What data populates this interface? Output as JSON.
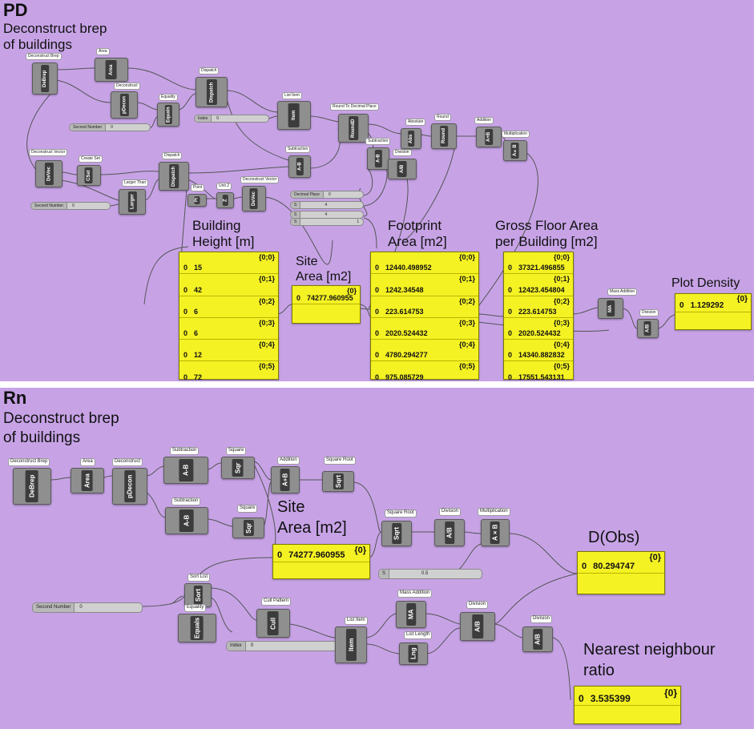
{
  "pd": {
    "title": "PD",
    "subtitle_line1": "Deconstruct brep",
    "subtitle_line2": "of buildings",
    "components": {
      "debrep": {
        "label": "Deconstruct Brep",
        "nick": "DeBrep"
      },
      "area": {
        "label": "Area",
        "nick": "Area"
      },
      "pdecon": {
        "label": "Deconstruct",
        "nick": "pDecon"
      },
      "equality": {
        "label": "Equality",
        "nick": "Equals"
      },
      "dispatch1": {
        "label": "Dispatch",
        "nick": "Dispatch"
      },
      "listitem": {
        "label": "List Item",
        "nick": "Item"
      },
      "round_dp": {
        "label": "Round To Decimal Place",
        "nick": "RoundD"
      },
      "subtraction1": {
        "label": "Subtraction",
        "nick": "A-B"
      },
      "division1": {
        "label": "Division",
        "nick": "A/B"
      },
      "absolute": {
        "label": "Absolute",
        "nick": "Abs"
      },
      "round": {
        "label": "Round",
        "nick": "Round"
      },
      "addition": {
        "label": "Addition",
        "nick": "A+B"
      },
      "multiplication": {
        "label": "Multiplication",
        "nick": "A×B"
      },
      "devec": {
        "label": "Deconstruct Vector",
        "nick": "DeVec"
      },
      "createset": {
        "label": "Create Set",
        "nick": "CSet"
      },
      "largerthan": {
        "label": "Larger Than",
        "nick": "Larger"
      },
      "dispatch2": {
        "label": "Dispatch",
        "nick": "Dispatch"
      },
      "subtraction2": {
        "label": "Subtraction",
        "nick": "A-B"
      },
      "devec2": {
        "label": "Deconstruct Vector",
        "nick": "DeVec"
      },
      "point": {
        "label": "Point",
        "nick": "Pt"
      },
      "unitz": {
        "label": "Unit Z",
        "nick": "Z"
      },
      "massaddition": {
        "label": "Mass Addition",
        "nick": "MA"
      },
      "division2": {
        "label": "Division",
        "nick": "A/B"
      }
    },
    "sliders": {
      "second_number_1": {
        "name": "Second Number",
        "value": "0"
      },
      "index": {
        "name": "Index",
        "value": "0"
      },
      "second_number_2": {
        "name": "Second Number",
        "value": "0"
      },
      "decimal_place": {
        "name": "Decimal Place",
        "value": "0"
      },
      "s1": {
        "name": "S",
        "value": "4"
      },
      "s2": {
        "name": "S",
        "value": "4"
      },
      "s3": {
        "name": "S",
        "value": "1"
      }
    },
    "panels": {
      "building_height": {
        "title_line1": "Building",
        "title_line2": "Height [m]",
        "rows": [
          {
            "path": "{0;0}",
            "index": "0",
            "value": "15"
          },
          {
            "path": "{0;1}",
            "index": "0",
            "value": "42"
          },
          {
            "path": "{0;2}",
            "index": "0",
            "value": "6"
          },
          {
            "path": "{0;3}",
            "index": "0",
            "value": "6"
          },
          {
            "path": "{0;4}",
            "index": "0",
            "value": "12"
          },
          {
            "path": "{0;5}",
            "index": "0",
            "value": "72"
          }
        ]
      },
      "site_area": {
        "title_line1": "Site",
        "title_line2": "Area [m2]",
        "rows": [
          {
            "path": "{0}",
            "index": "0",
            "value": "74277.960955"
          }
        ]
      },
      "footprint_area": {
        "title_line1": "Footprint",
        "title_line2": "Area [m2]",
        "rows": [
          {
            "path": "{0;0}",
            "index": "0",
            "value": "12440.498952"
          },
          {
            "path": "{0;1}",
            "index": "0",
            "value": "1242.34548"
          },
          {
            "path": "{0;2}",
            "index": "0",
            "value": "223.614753"
          },
          {
            "path": "{0;3}",
            "index": "0",
            "value": "2020.524432"
          },
          {
            "path": "{0;4}",
            "index": "0",
            "value": "4780.294277"
          },
          {
            "path": "{0;5}",
            "index": "0",
            "value": "975.085729"
          }
        ]
      },
      "gfa": {
        "title_line1": "Gross Floor Area",
        "title_line2": "per Building [m2]",
        "rows": [
          {
            "path": "{0;0}",
            "index": "0",
            "value": "37321.496855"
          },
          {
            "path": "{0;1}",
            "index": "0",
            "value": "12423.454804"
          },
          {
            "path": "{0;2}",
            "index": "0",
            "value": "223.614753"
          },
          {
            "path": "{0;3}",
            "index": "0",
            "value": "2020.524432"
          },
          {
            "path": "{0;4}",
            "index": "0",
            "value": "14340.882832"
          },
          {
            "path": "{0;5}",
            "index": "0",
            "value": "17551.543131"
          }
        ]
      },
      "plot_density": {
        "title_line1": "Plot Density",
        "rows": [
          {
            "path": "{0}",
            "index": "0",
            "value": "1.129292"
          }
        ]
      }
    }
  },
  "rn": {
    "title": "Rn",
    "subtitle_line1": "Deconstruct brep",
    "subtitle_line2": "of buildings",
    "components": {
      "debrep": {
        "label": "Deconstruct Brep",
        "nick": "DeBrep"
      },
      "area": {
        "label": "Area",
        "nick": "Area"
      },
      "pdecon": {
        "label": "Deconstruct",
        "nick": "pDecon"
      },
      "subtraction1": {
        "label": "Subtraction",
        "nick": "A-B"
      },
      "square1": {
        "label": "Square",
        "nick": "Sqr"
      },
      "addition": {
        "label": "Addition",
        "nick": "A+B"
      },
      "squareroot1": {
        "label": "Square Root",
        "nick": "Sqrt"
      },
      "subtraction2": {
        "label": "Subtraction",
        "nick": "A-B"
      },
      "square2": {
        "label": "Square",
        "nick": "Sqr"
      },
      "squareroot2": {
        "label": "Square Root",
        "nick": "Sqrt"
      },
      "division1": {
        "label": "Division",
        "nick": "A/B"
      },
      "multiplication": {
        "label": "Multiplication",
        "nick": "A×B"
      },
      "sortlist": {
        "label": "Sort List",
        "nick": "Sort"
      },
      "equality": {
        "label": "Equality",
        "nick": "Equals"
      },
      "cullpattern": {
        "label": "Cull Pattern",
        "nick": "Cull"
      },
      "listitem": {
        "label": "List Item",
        "nick": "Item"
      },
      "massaddition": {
        "label": "Mass Addition",
        "nick": "MA"
      },
      "listlength": {
        "label": "List Length",
        "nick": "Lng"
      },
      "division2": {
        "label": "Division",
        "nick": "A/B"
      },
      "division3": {
        "label": "Division",
        "nick": "A/B"
      }
    },
    "sliders": {
      "second_number": {
        "name": "Second Number",
        "value": "0"
      },
      "index": {
        "name": "Index",
        "value": "0"
      },
      "s": {
        "name": "S",
        "value": "0.5"
      }
    },
    "panels": {
      "site_area": {
        "title_line1": "Site",
        "title_line2": "Area [m2]",
        "rows": [
          {
            "path": "{0}",
            "index": "0",
            "value": "74277.960955"
          }
        ]
      },
      "dobs": {
        "title_line1": "D(Obs)",
        "rows": [
          {
            "path": "{0}",
            "index": "0",
            "value": "80.294747"
          }
        ]
      },
      "nnr": {
        "title_line1": "Nearest neighbour",
        "title_line2": "ratio",
        "rows": [
          {
            "path": "{0}",
            "index": "0",
            "value": "3.535399"
          }
        ]
      }
    }
  },
  "colors": {
    "canvas": "#c7a3e6",
    "panel_yellow": "#f5f224",
    "component_body": "#8f8f8f",
    "component_core": "#3c3c3c",
    "wire": "#555555"
  }
}
